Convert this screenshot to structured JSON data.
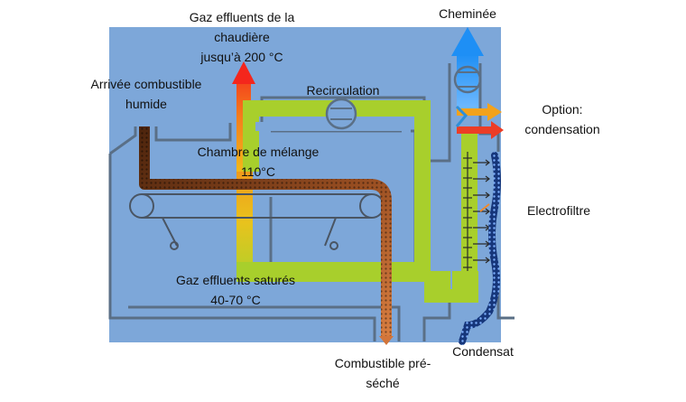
{
  "labels": {
    "flue_gas_in_1": "Gaz effluents de la",
    "flue_gas_in_2": "chaudière",
    "flue_gas_in_3": "jusqu’à 200 °C",
    "chimney": "Cheminée",
    "wet_fuel_1": "Arrivée combustible",
    "wet_fuel_2": "humide",
    "recirculation": "Recirculation",
    "option_1": "Option:",
    "option_2": "condensation",
    "mixing_1": "Chambre de mélange",
    "mixing_2": "110°C",
    "electrofilter": "Electrofiltre",
    "saturated_1": "Gaz effluents saturés",
    "saturated_2": "40-70 °C",
    "dried_fuel_1": "Combustible pré-",
    "dried_fuel_2": "séché",
    "condensate": "Condensat"
  },
  "colors": {
    "background_box": "#7da7d9",
    "wall": "#5a6f86",
    "gas_green": "#a8cf2c",
    "hot_red": "#f43b1e",
    "hot_yellow": "#f4b814",
    "fuel_wet": "#5a2e12",
    "fuel_dry": "#d2753a",
    "condensate": "#1f4fa3",
    "chimney_blue": "#1e90ff",
    "option_red": "#ec3d26",
    "option_orange": "#f3a21b"
  }
}
